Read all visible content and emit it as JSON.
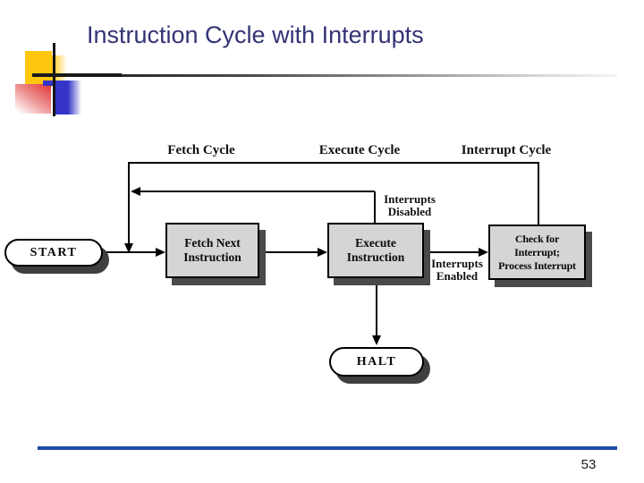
{
  "slide": {
    "title": "Instruction Cycle with Interrupts",
    "page_number": "53"
  },
  "diagram": {
    "cycle_labels": [
      "Fetch Cycle",
      "Execute Cycle",
      "Interrupt Cycle"
    ],
    "nodes": {
      "start": {
        "label": "START"
      },
      "fetch": {
        "line1": "Fetch Next",
        "line2": "Instruction"
      },
      "execute": {
        "line1": "Execute",
        "line2": "Instruction"
      },
      "check": {
        "line1": "Check for",
        "line2": "Interrupt;",
        "line3": "Process Interrupt"
      },
      "halt": {
        "label": "HALT"
      }
    },
    "edge_labels": {
      "interrupts_disabled": {
        "line1": "Interrupts",
        "line2": "Disabled"
      },
      "interrupts_enabled": {
        "line1": "Interrupts",
        "line2": "Enabled"
      }
    }
  },
  "colors": {
    "title_text": "#333377",
    "box_fill": "#d5d5d5",
    "box_shadow": "#4a4a4a",
    "footer_line_blue": "#1e4ca5",
    "decor_yellow": "#ffc60e",
    "decor_blue": "#3434c8",
    "decor_red": "#e23b3b"
  }
}
